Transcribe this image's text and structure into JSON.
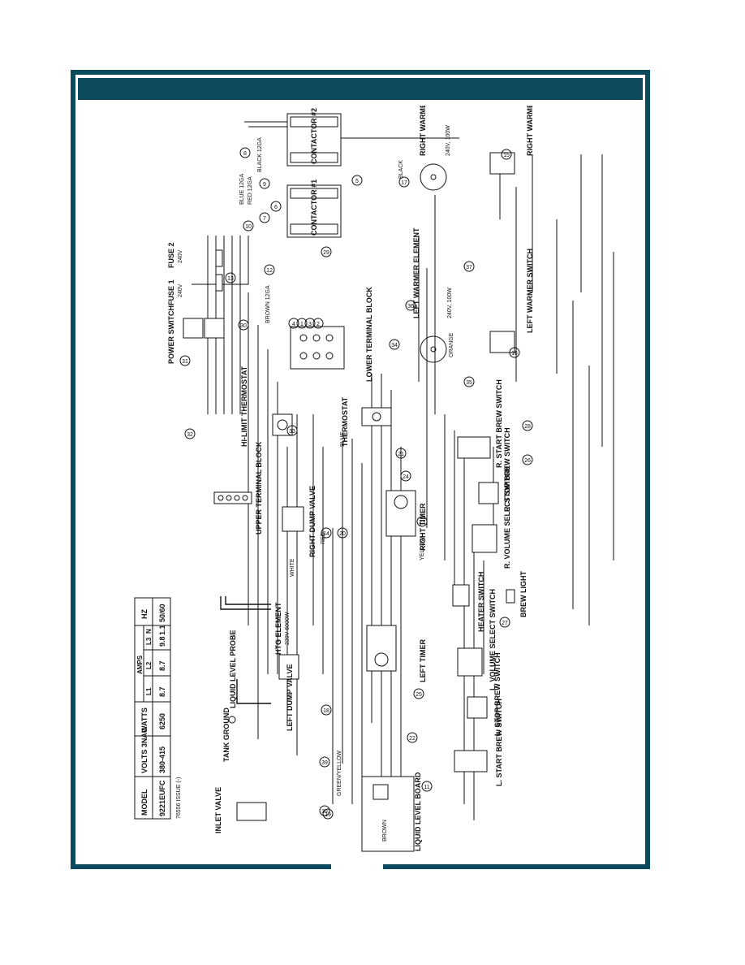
{
  "model_table": {
    "headers": [
      "MODEL",
      "VOLTS 3NAC",
      "WATTS",
      "AMPS",
      "HZ"
    ],
    "amps_sub": [
      "L1",
      "L2",
      "L3",
      "N"
    ],
    "row": [
      "9221EUFC",
      "380-415",
      "6250",
      "8.7",
      "8.7",
      "9.8",
      "1.1",
      "50/60"
    ],
    "doc": "76556 ISSUE (-)"
  },
  "labels": {
    "power_switch": "POWER SWITCH",
    "fuse1": "FUSE 1",
    "fuse1_rating": "240V",
    "fuse2": "FUSE 2",
    "fuse2_rating": "240V",
    "contactor1": "CONTACTOR #1",
    "contactor2": "CONTACTOR #2",
    "right_warmer": "RIGHT WARMER ELEMENT",
    "right_warmer_rating": "240V, 100W",
    "left_warmer": "LEFT WARMER ELEMENT",
    "left_warmer_rating": "240V, 100W",
    "right_warmer_switch": "RIGHT WARMER SWITCH",
    "left_warmer_switch": "LEFT WARMER SWITCH",
    "lower_terminal_block": "LOWER TERMINAL BLOCK",
    "hi_limit": "HI-LIMIT THERMOSTAT",
    "thermostat": "THERMOSTAT",
    "upper_terminal_block": "UPPER TERMINAL BLOCK",
    "right_dump_valve": "RIGHT DUMP VALVE",
    "right_timer": "RIGHT TIMER",
    "r_start_brew": "R. START BREW SWITCH",
    "r_stop_brew": "R. STOP BREW SWITCH",
    "r_volume": "R. VOLUME SELECT SWITCH",
    "heater_switch": "HEATER SWITCH",
    "brew_light": "BREW LIGHT",
    "htg_element": "HTG ELEMENT",
    "htg_rating": "220V 6000W",
    "liquid_level_probe": "LIQUID LEVEL PROBE",
    "left_timer": "LEFT TIMER",
    "l_volume": "L. VOLUME SELECT SWITCH",
    "l_stop_brew": "L. STOP BREW SWITCH",
    "l_start_brew": "L. START BREW SWITCH",
    "left_dump_valve": "LEFT DUMP VALVE",
    "tank_ground": "TANK GROUND",
    "inlet_valve": "INLET VALVE",
    "liquid_level_board": "LIQUID LEVEL BOARD"
  },
  "wire_labels": {
    "w8": "8",
    "w9": "9",
    "w10": "10",
    "w5": "5",
    "w6": "6",
    "w7": "7",
    "w12": "12",
    "w13": "13",
    "w15": "15",
    "w16": "16",
    "w17": "17",
    "w1": "1",
    "w2": "2",
    "w3": "3",
    "w4": "4",
    "w28": "28",
    "w30": "30",
    "w31": "31",
    "w32": "32",
    "w33": "33",
    "w34": "34",
    "w35": "35",
    "w36": "36",
    "w37": "37",
    "w14": "14",
    "w18": "18",
    "w19": "19",
    "w20": "20",
    "w21": "21",
    "w22": "22",
    "w23": "23",
    "w24": "24",
    "w25": "25",
    "w26": "26",
    "w27": "27",
    "w29": "29",
    "w11": "11",
    "w38": "38",
    "w39": "39"
  },
  "color_labels": {
    "black_12ga": "BLACK 12GA",
    "red_12ga": "RED 12GA",
    "blue_12ga": "BLUE 12GA",
    "brown_12ga": "BROWN 12GA",
    "black": "BLACK",
    "blue": "BLUE",
    "white": "WHITE",
    "red": "RED",
    "yellow": "YELLOW",
    "orange": "ORANGE",
    "brown": "BROWN",
    "green_yellow": "GREEN/YELLOW"
  },
  "colors": {
    "frame": "#0e4a5e",
    "ink": "#111111"
  }
}
